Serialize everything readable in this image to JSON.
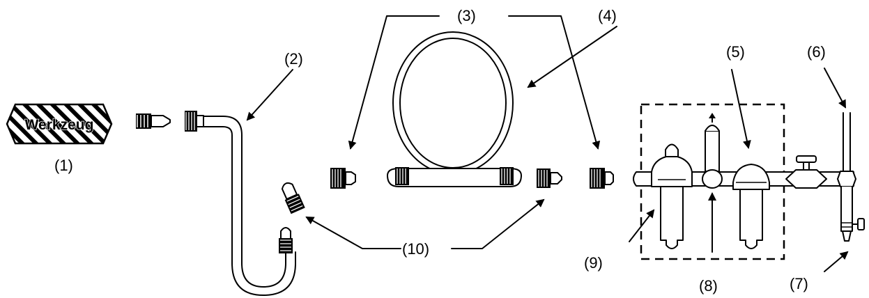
{
  "tool": {
    "text": "Werkzeug"
  },
  "labels": {
    "l1": "(1)",
    "l2": "(2)",
    "l3": "(3)",
    "l4": "(4)",
    "l5": "(5)",
    "l6": "(6)",
    "l7": "(7)",
    "l8": "(8)",
    "l9": "(9)",
    "l10": "(10)"
  }
}
